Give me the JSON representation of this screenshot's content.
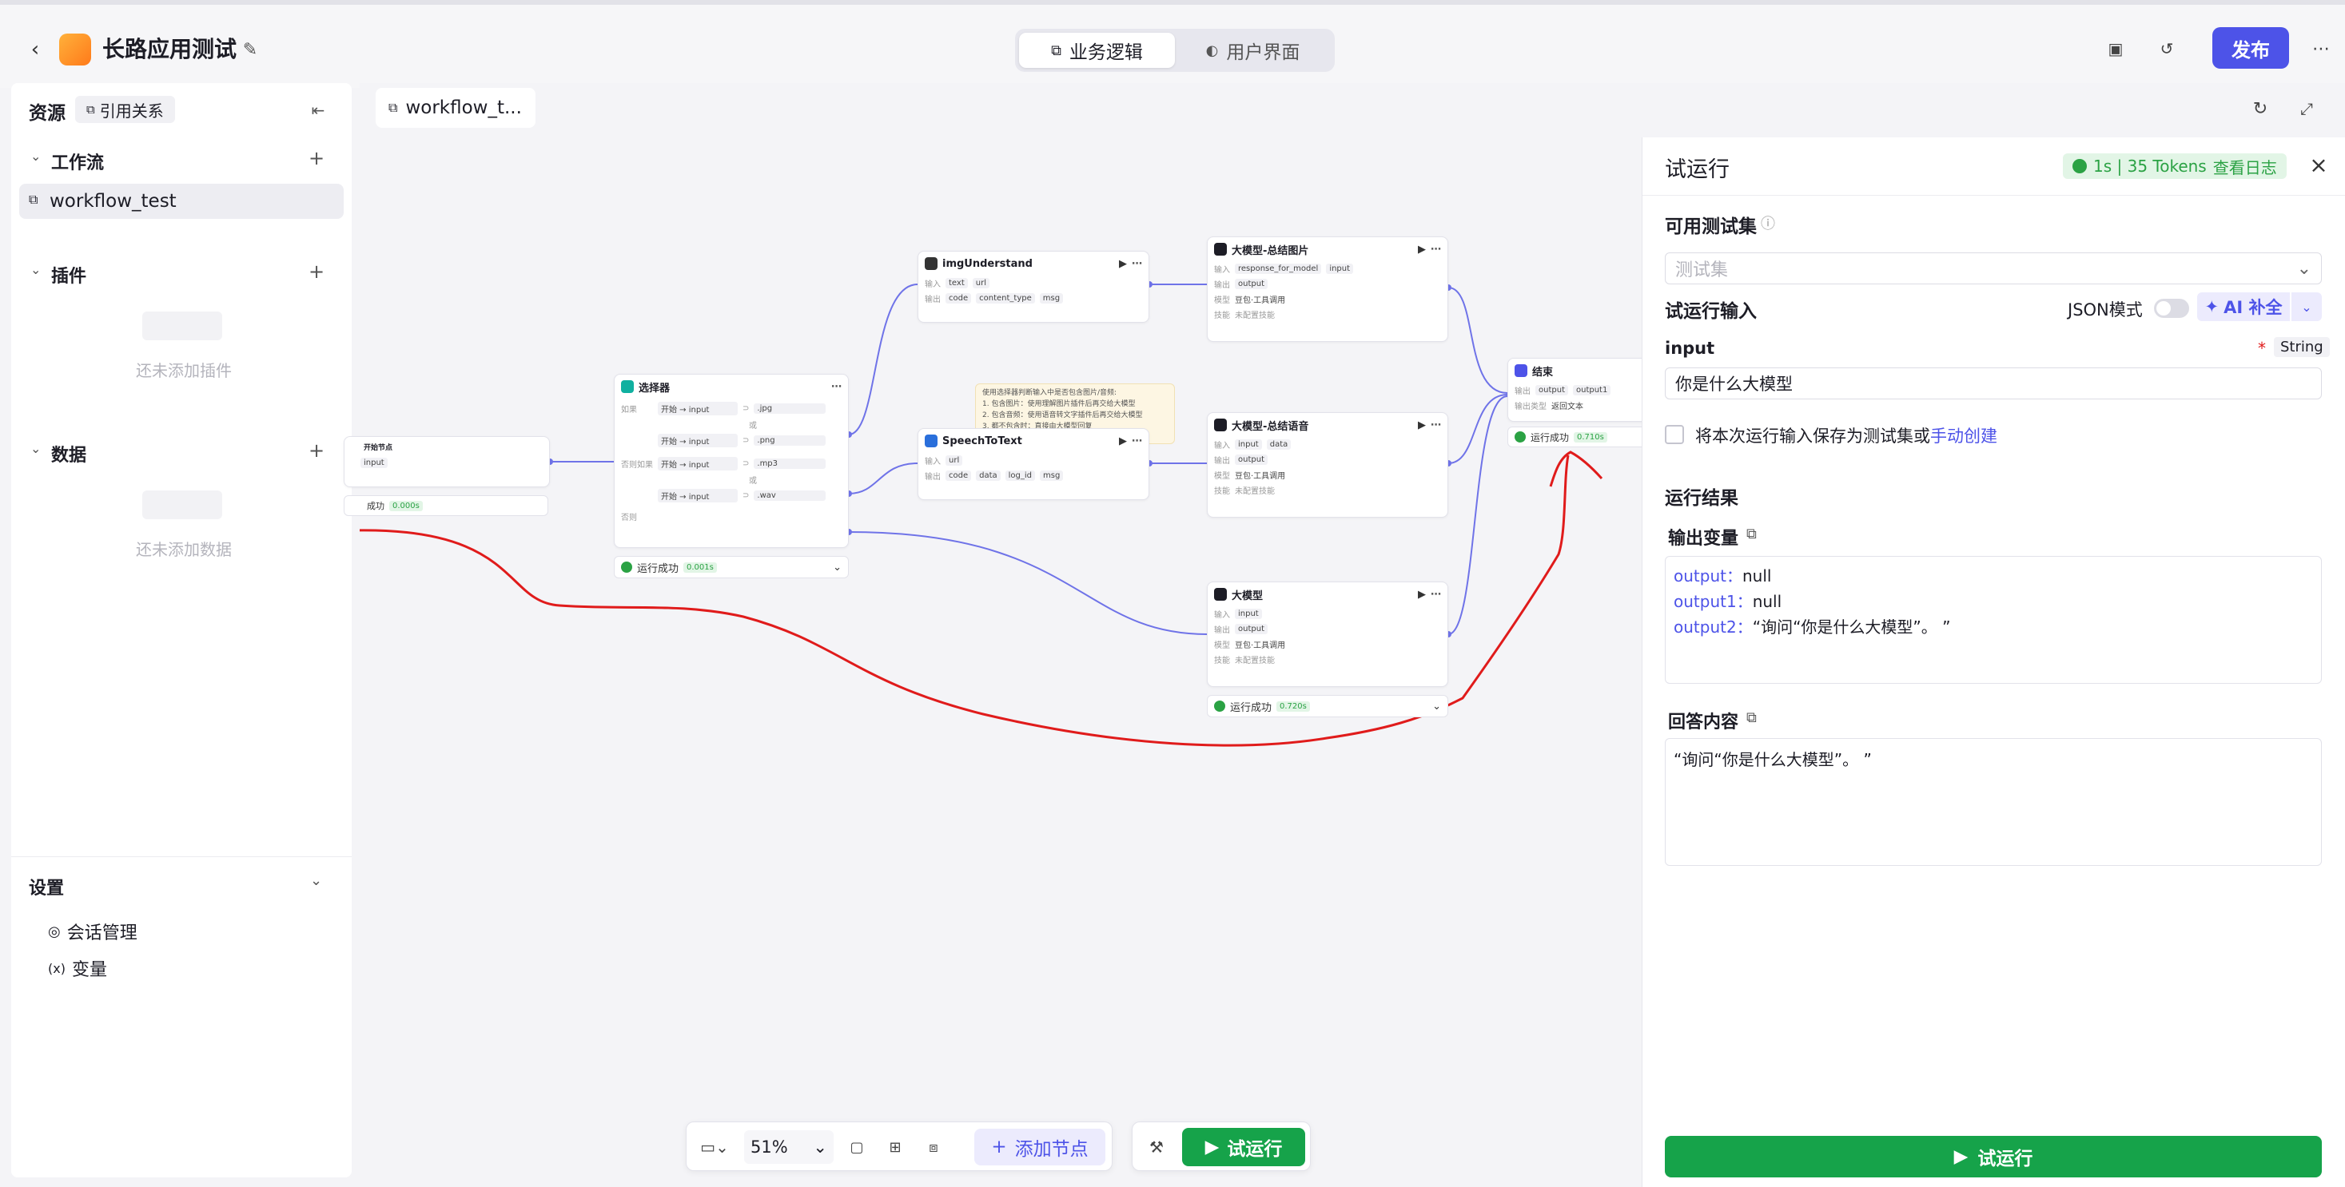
{
  "header": {
    "app_title": "长路应用测试",
    "tabs": [
      "业务逻辑",
      "用户界面"
    ],
    "publish_label": "发布"
  },
  "sidebar": {
    "resources_label": "资源",
    "refs_label": "引用关系",
    "workflow_section": "工作流",
    "workflow_item": "workflow_test",
    "plugin_section": "插件",
    "plugin_empty": "还未添加插件",
    "data_section": "数据",
    "data_empty": "还未添加数据",
    "settings_section": "设置",
    "settings_items": [
      "会话管理",
      "变量"
    ]
  },
  "canvas": {
    "tab_label": "workflow_t...",
    "note_lines": [
      "使用选择器判断输入中是否包含图片/音频:",
      "1. 包含图片：使用理解图片插件后再交给大模型",
      "2. 包含音频：使用语音转文字插件后再交给大模型",
      "3. 都不包含时：直接由大模型回复"
    ],
    "start_node": {
      "title": "开始节点",
      "input": "input",
      "run": "成功",
      "time": "0.000s"
    },
    "selector": {
      "title": "选择器",
      "rows": [
        {
          "label": "如果",
          "src": "开始 → input",
          "op": "⊃",
          "val": ".jpg"
        },
        {
          "label": "",
          "src": "开始 → input",
          "op": "⊃",
          "val": ".png"
        },
        {
          "label": "否则如果",
          "src": "开始 → input",
          "op": "⊃",
          "val": ".mp3"
        },
        {
          "label": "",
          "src": "开始 → input",
          "op": "⊃",
          "val": ".wav"
        }
      ],
      "or_label": "或",
      "else_label": "否则",
      "run": "运行成功",
      "time": "0.001s"
    },
    "img_node": {
      "title": "imgUnderstand",
      "in_label": "输入",
      "out_label": "输出",
      "inputs": [
        "text",
        "url"
      ],
      "outputs": [
        "code",
        "content_type",
        "msg"
      ]
    },
    "speech_node": {
      "title": "SpeechToText",
      "in_label": "输入",
      "out_label": "输出",
      "inputs": [
        "url"
      ],
      "outputs": [
        "code",
        "data",
        "log_id",
        "msg"
      ]
    },
    "llm_img": {
      "title": "大模型-总结图片",
      "inputs": [
        "response_for_model",
        "input"
      ],
      "output": "output",
      "model": "豆包·工具调用",
      "skill": "未配置技能"
    },
    "llm_audio": {
      "title": "大模型-总结语音",
      "inputs": [
        "input",
        "data"
      ],
      "output": "output",
      "model": "豆包·工具调用",
      "skill": "未配置技能"
    },
    "llm_main": {
      "title": "大模型",
      "inputs": [
        "input"
      ],
      "output": "output",
      "model": "豆包·工具调用",
      "skill": "未配置技能",
      "run": "运行成功",
      "time": "0.720s"
    },
    "end_node": {
      "title": "结束",
      "out_label": "输出",
      "outputs": [
        "output",
        "output1"
      ],
      "type_label": "输出类型",
      "type_value": "返回文本",
      "run": "运行成功",
      "time": "0.710s"
    },
    "row_labels": {
      "in": "输入",
      "out": "输出",
      "model": "模型",
      "skill": "技能"
    }
  },
  "toolbar": {
    "zoom": "51%",
    "add_node": "添加节点",
    "run": "试运行"
  },
  "panel": {
    "title": "试运行",
    "status": "1s | 35 Tokens",
    "view_log": "查看日志",
    "testset_label": "可用测试集",
    "testset_placeholder": "测试集",
    "input_section": "试运行输入",
    "json_mode": "JSON模式",
    "ai_fill": "AI 补全",
    "input_name": "input",
    "input_type": "String",
    "input_value": "你是什么大模型",
    "save_prefix": "将本次运行输入保存为测试集或",
    "save_link": "手动创建",
    "result_section": "运行结果",
    "out_vars_label": "输出变量",
    "out_vars": [
      {
        "key": "output",
        "value": "null"
      },
      {
        "key": "output1",
        "value": "null"
      },
      {
        "key": "output2",
        "value": "“询问“你是什么大模型”。 ”"
      }
    ],
    "answer_label": "回答内容",
    "answer_value": "“询问“你是什么大模型”。 ”",
    "run_button": "试运行"
  },
  "colors": {
    "accent": "#4d53e8",
    "success": "#16a34a",
    "annotation": "#e01b1b"
  }
}
